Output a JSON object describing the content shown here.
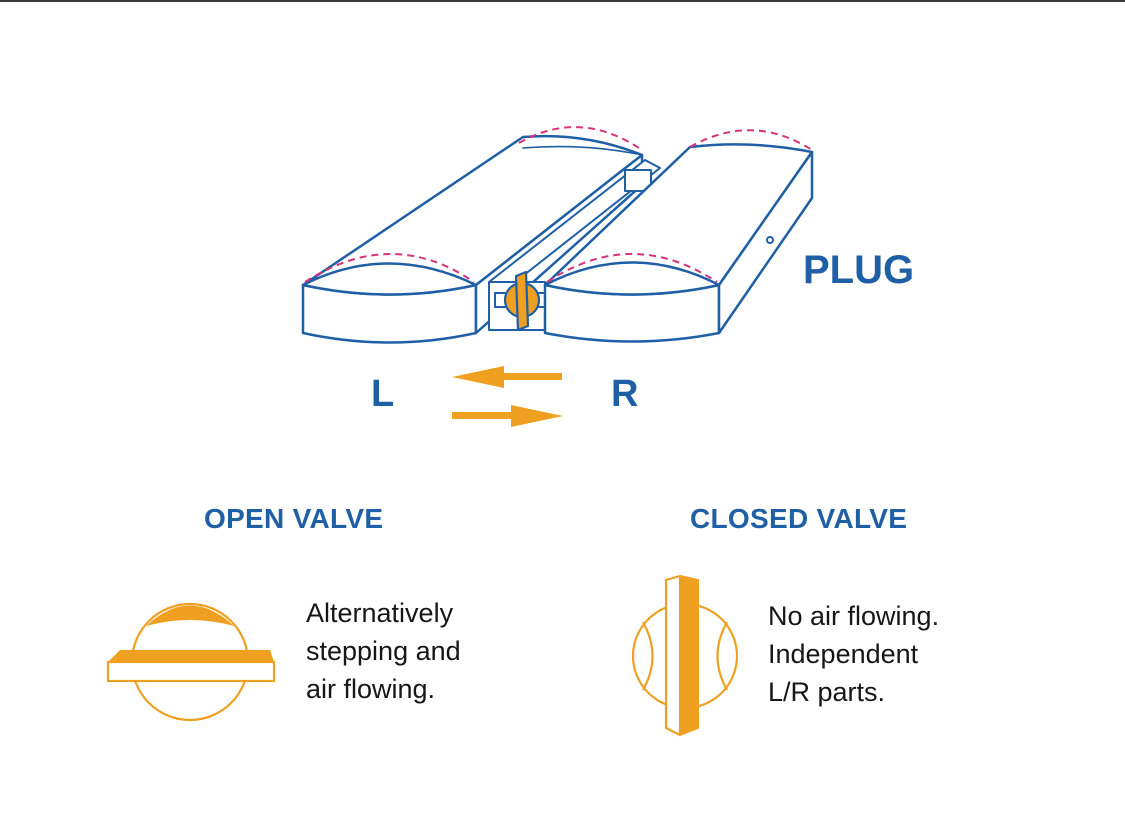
{
  "labels": {
    "plug": "PLUG",
    "left": "L",
    "right": "R",
    "open_valve": "OPEN VALVE",
    "closed_valve": "CLOSED VALVE"
  },
  "open_valve_desc": [
    "Alternatively",
    "stepping and",
    "air flowing."
  ],
  "closed_valve_desc": [
    "No air flowing.",
    "Independent",
    "L/R parts."
  ],
  "colors": {
    "outline": "#1f5fa6",
    "accent": "#f0a020",
    "dash": "#d6337a",
    "text": "#161616"
  }
}
